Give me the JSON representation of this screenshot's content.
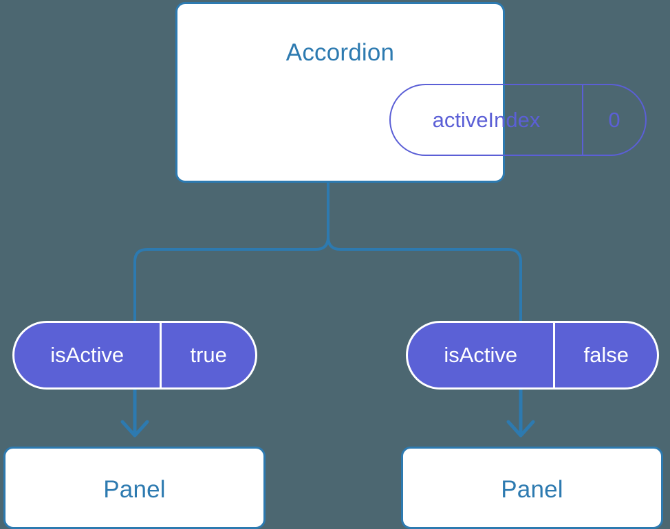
{
  "diagram": {
    "background_color": "#4c6771",
    "accent_blue": "#2d7ab0",
    "accent_indigo": "#5b5fd6",
    "pill_fill": "#5b61d6",
    "card_fill": "#ffffff",
    "root": {
      "title": "Accordion",
      "state": {
        "key": "activeIndex",
        "value": "0"
      }
    },
    "branches": [
      {
        "prop": {
          "key": "isActive",
          "value": "true"
        },
        "child": {
          "title": "Panel"
        }
      },
      {
        "prop": {
          "key": "isActive",
          "value": "false"
        },
        "child": {
          "title": "Panel"
        }
      }
    ]
  }
}
